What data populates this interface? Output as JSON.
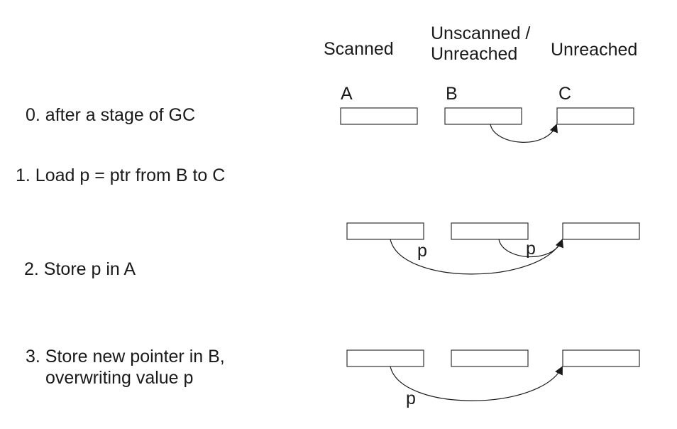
{
  "columns": {
    "scanned": "Scanned",
    "unscanned_line1": "Unscanned /",
    "unscanned_line2": "Unreached",
    "unreached": "Unreached"
  },
  "objects": {
    "a": "A",
    "b": "B",
    "c": "C"
  },
  "steps": {
    "step0": "0. after a stage of GC",
    "step1": "1. Load p = ptr from B to C",
    "step2": "2. Store p in A",
    "step3_line1": "3. Store new pointer in B,",
    "step3_line2": "overwriting value p"
  },
  "pointer_labels": {
    "row2_a_to_c": "p",
    "row2_b_to_c": "p",
    "row3_a_to_c": "p"
  }
}
